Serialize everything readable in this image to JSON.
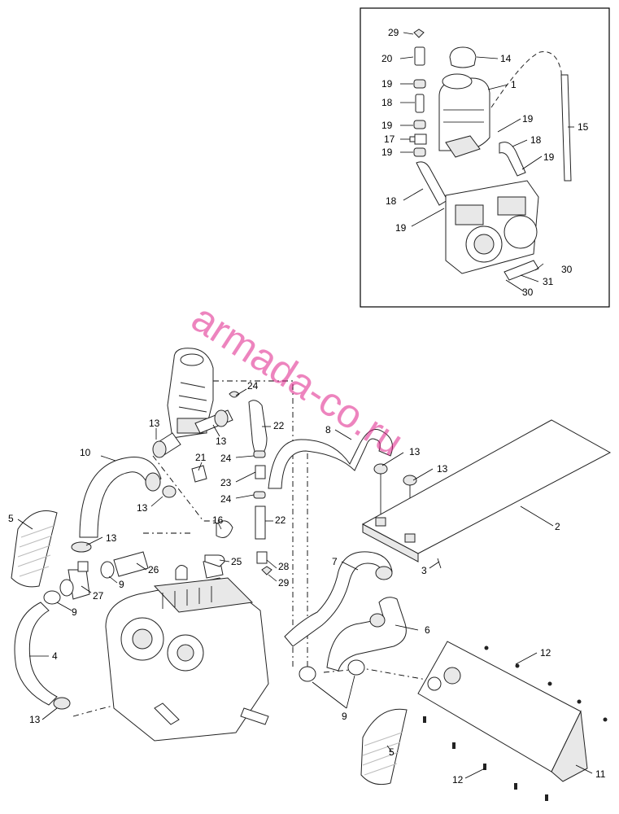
{
  "watermark": "armada-co.ru",
  "inset": {
    "labels": [
      "29",
      "20",
      "19",
      "18",
      "19",
      "17",
      "19",
      "18",
      "19",
      "14",
      "1",
      "19",
      "18",
      "19",
      "15",
      "30",
      "31",
      "30"
    ]
  },
  "main": {
    "labels": [
      "24",
      "22",
      "13",
      "13",
      "21",
      "24",
      "23",
      "24",
      "22",
      "16",
      "8",
      "13",
      "13",
      "10",
      "13",
      "5",
      "13",
      "9",
      "26",
      "27",
      "9",
      "4",
      "13",
      "25",
      "28",
      "29",
      "2",
      "3",
      "7",
      "6",
      "12",
      "9",
      "5",
      "11",
      "12"
    ]
  },
  "colors": {
    "watermark": "#e0218a",
    "line": "#222222"
  }
}
